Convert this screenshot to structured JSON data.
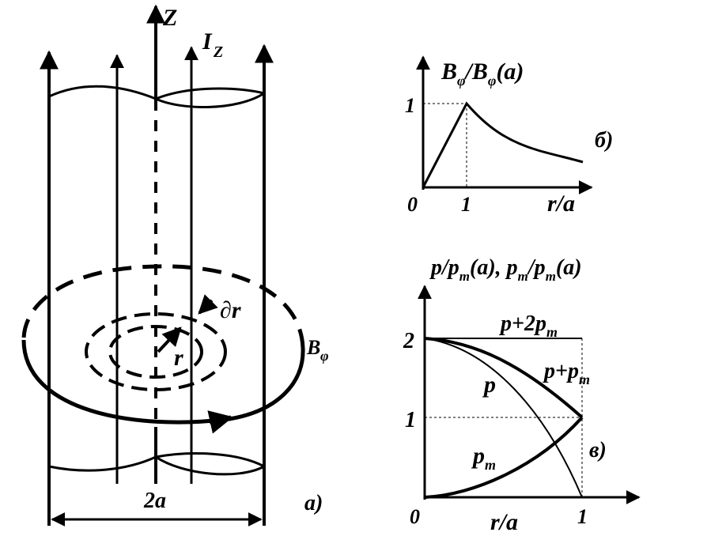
{
  "left": {
    "z_label": "Z",
    "current_label": "I",
    "current_sub": "Z",
    "dr_label": "∂r",
    "r_label": "r",
    "field_label": "B",
    "field_sub": "φ",
    "width_label": "2a",
    "panel_label": "а)"
  },
  "top": {
    "y_title": "B",
    "y_title_sub": "φ",
    "y_title_mid": "/B",
    "y_title_sub2": "φ",
    "y_title_end": "(a)",
    "y_tick": "1",
    "x_tick_0": "0",
    "x_tick_1": "1",
    "x_label": "r/a",
    "panel_label": "б)"
  },
  "bottom": {
    "y_title": "p/p",
    "y_title_sub": "m",
    "y_title_mid": "(a), p",
    "y_title_sub2": "m",
    "y_title_mid2": "/p",
    "y_title_sub3": "m",
    "y_title_end": "(a)",
    "y_tick_2": "2",
    "y_tick_1": "1",
    "x_tick_0": "0",
    "x_tick_1": "1",
    "x_label": "r/a",
    "label_sum2": "p+2p",
    "label_sum2_sub": "m",
    "label_sum": "p+p",
    "label_sum_sub": "m",
    "label_p": "p",
    "label_pm": "p",
    "label_pm_sub": "m",
    "panel_label": "в)"
  }
}
